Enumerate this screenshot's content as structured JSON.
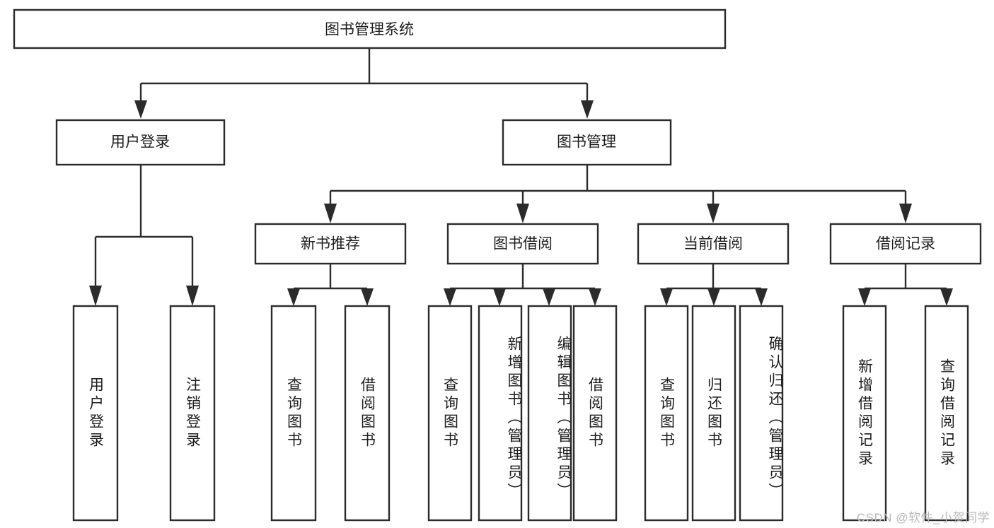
{
  "diagram": {
    "type": "tree",
    "title": "图书管理系统",
    "watermark": "CSDN @软件_小贺同学",
    "root": {
      "id": "root",
      "label": "图书管理系统",
      "orientation": "horizontal"
    },
    "level2": [
      {
        "id": "user-login",
        "label": "用户登录",
        "orientation": "horizontal"
      },
      {
        "id": "book-manage",
        "label": "图书管理",
        "orientation": "horizontal"
      }
    ],
    "level3": [
      {
        "id": "new-book-recommend",
        "label": "新书推荐",
        "orientation": "horizontal",
        "parent": "book-manage"
      },
      {
        "id": "book-borrow",
        "label": "图书借阅",
        "orientation": "horizontal",
        "parent": "book-manage"
      },
      {
        "id": "current-borrow",
        "label": "当前借阅",
        "orientation": "horizontal",
        "parent": "book-manage"
      },
      {
        "id": "borrow-record",
        "label": "借阅记录",
        "orientation": "horizontal",
        "parent": "book-manage"
      }
    ],
    "leaves": [
      {
        "id": "leaf-user-login",
        "label": "用户登录",
        "orientation": "vertical",
        "parent": "user-login"
      },
      {
        "id": "leaf-user-logout",
        "label": "注销登录",
        "orientation": "vertical",
        "parent": "user-login"
      },
      {
        "id": "leaf-query-book-1",
        "label": "查询图书",
        "orientation": "vertical",
        "parent": "new-book-recommend"
      },
      {
        "id": "leaf-borrow-book-1",
        "label": "借阅图书",
        "orientation": "vertical",
        "parent": "new-book-recommend"
      },
      {
        "id": "leaf-query-book-2",
        "label": "查询图书",
        "orientation": "vertical",
        "parent": "book-borrow"
      },
      {
        "id": "leaf-add-book",
        "label": "新增图书（管理员）",
        "orientation": "vertical",
        "parent": "book-borrow"
      },
      {
        "id": "leaf-edit-book",
        "label": "编辑图书（管理员）",
        "orientation": "vertical",
        "parent": "book-borrow"
      },
      {
        "id": "leaf-borrow-book-2",
        "label": "借阅图书",
        "orientation": "vertical",
        "parent": "book-borrow"
      },
      {
        "id": "leaf-query-book-3",
        "label": "查询图书",
        "orientation": "vertical",
        "parent": "current-borrow"
      },
      {
        "id": "leaf-return-book",
        "label": "归还图书",
        "orientation": "vertical",
        "parent": "current-borrow"
      },
      {
        "id": "leaf-confirm-return",
        "label": "确认归还（管理员）",
        "orientation": "vertical",
        "parent": "current-borrow"
      },
      {
        "id": "leaf-add-record",
        "label": "新增借阅记录",
        "orientation": "vertical",
        "parent": "borrow-record"
      },
      {
        "id": "leaf-query-record",
        "label": "查询借阅记录",
        "orientation": "vertical",
        "parent": "borrow-record"
      }
    ],
    "colors": {
      "stroke": "#2b2b2b",
      "fill": "#ffffff",
      "text": "#1d1d1d",
      "watermark": "#b9b9b9"
    }
  }
}
